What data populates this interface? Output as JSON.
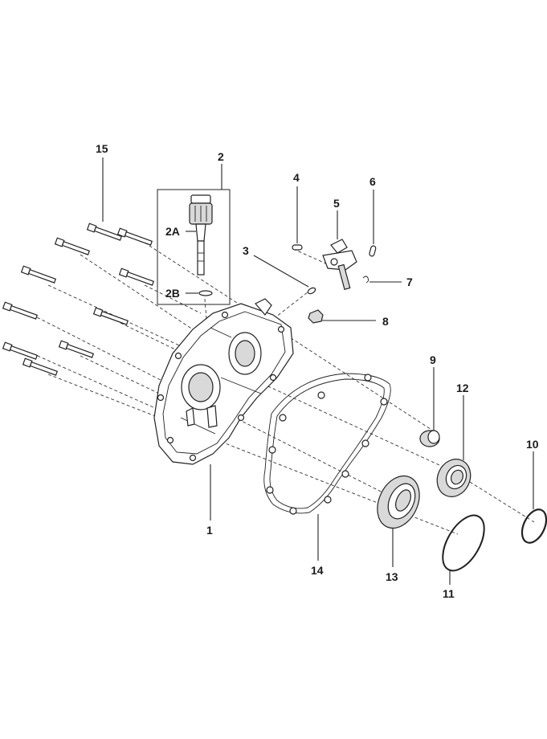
{
  "callouts": {
    "c1": "1",
    "c2": "2",
    "c2a": "2A",
    "c2b": "2B",
    "c3": "3",
    "c4": "4",
    "c5": "5",
    "c6": "6",
    "c7": "7",
    "c8": "8",
    "c9": "9",
    "c10": "10",
    "c11": "11",
    "c12": "12",
    "c13": "13",
    "c14": "14",
    "c15": "15"
  }
}
